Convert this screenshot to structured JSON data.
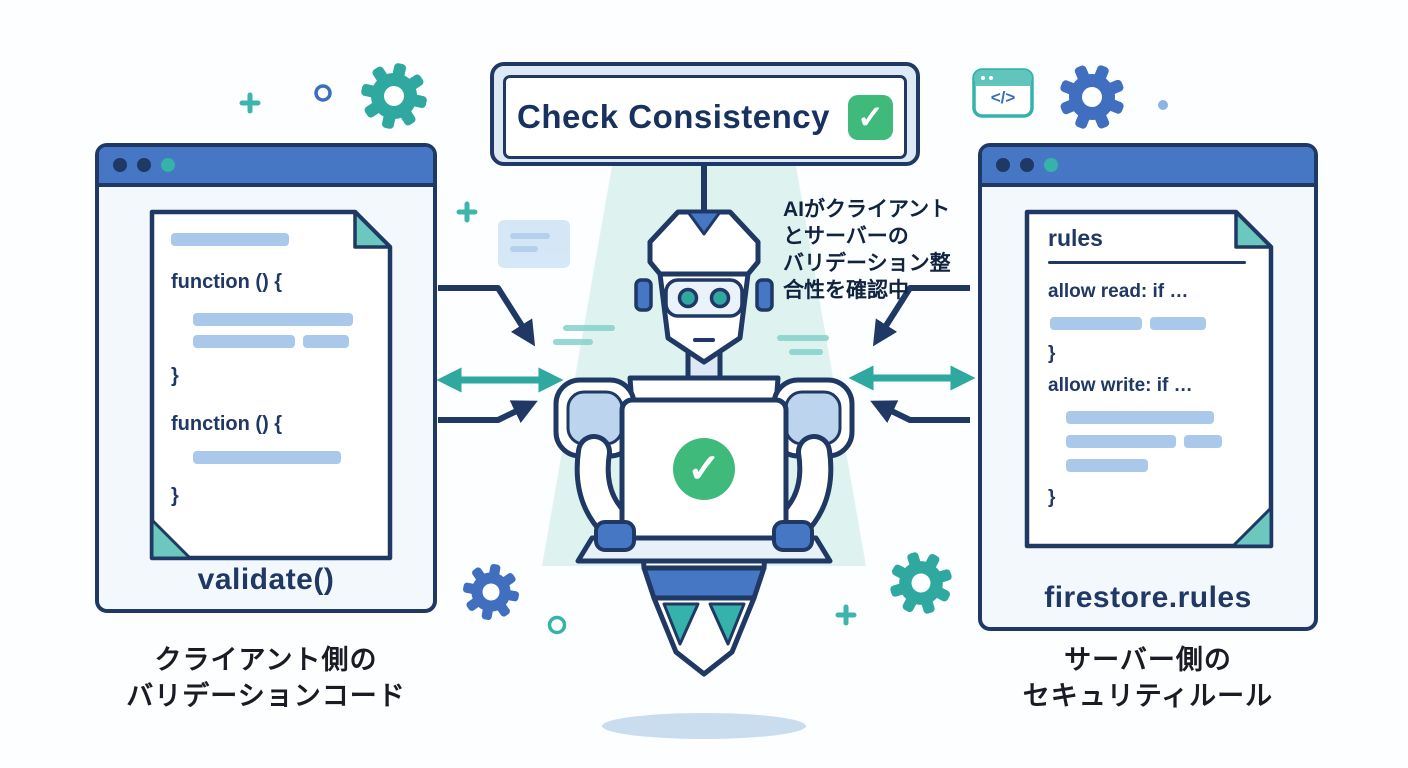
{
  "banner": {
    "label": "Check Consistency",
    "check": "✓"
  },
  "robot": {
    "screen_check": "✓"
  },
  "annotation": {
    "lines": [
      "AIがクライアント",
      "とサーバーの",
      "バリデーション整",
      "合性を確認中"
    ]
  },
  "left_window": {
    "label": "validate()",
    "code": {
      "fn1": "function () {",
      "close1": "}",
      "fn2": "function () {",
      "close2": "}"
    },
    "caption": [
      "クライアント側の",
      "バリデーションコード"
    ]
  },
  "right_window": {
    "label": "firestore.rules",
    "doc_title": "rules",
    "code": {
      "rule1": "allow read: if …",
      "close1": "}",
      "rule2": "allow write: if …",
      "close2": "}"
    },
    "caption": [
      "サーバー側の",
      "セキュリティルール"
    ]
  },
  "decor": {
    "code_icon": "</>"
  },
  "colors": {
    "navy": "#1f3864",
    "blue": "#4577c5",
    "teal": "#2fa8a0",
    "bar_blue": "#a9c8ea",
    "green": "#3fba7a",
    "beam": "#c5ebe4"
  }
}
